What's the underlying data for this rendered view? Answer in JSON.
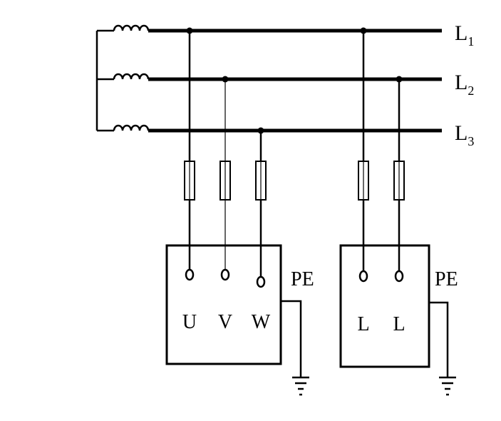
{
  "lines": [
    {
      "base": "L",
      "sub": "1"
    },
    {
      "base": "L",
      "sub": "2"
    },
    {
      "base": "L",
      "sub": "3"
    }
  ],
  "load_three_phase": {
    "terminals": [
      "U",
      "V",
      "W"
    ],
    "earth_label": "PE"
  },
  "load_single_phase": {
    "terminals": [
      "L",
      "L"
    ],
    "earth_label": "PE"
  }
}
